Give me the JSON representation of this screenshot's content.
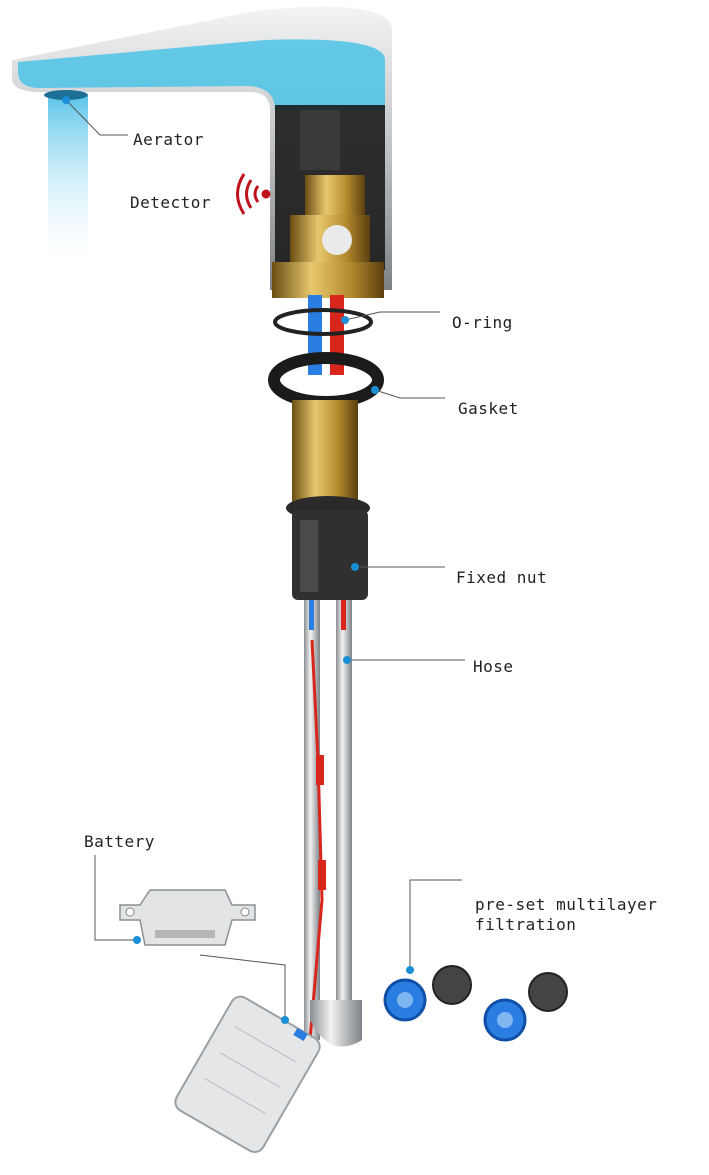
{
  "labels": {
    "aerator": "Aerator",
    "detector": "Detector",
    "o_ring": "O-ring",
    "gasket": "Gasket",
    "fixed_nut": "Fixed nut",
    "hose": "Hose",
    "battery": "Battery",
    "filtration_line1": "pre-set multilayer",
    "filtration_line2": "filtration"
  },
  "colors": {
    "leader_line": "#1a8fd6",
    "water": "#7fd4ee",
    "brass": "#c9a24a",
    "hot": "#d9261c",
    "cold": "#2a7de1",
    "signal": "#c0121b"
  }
}
